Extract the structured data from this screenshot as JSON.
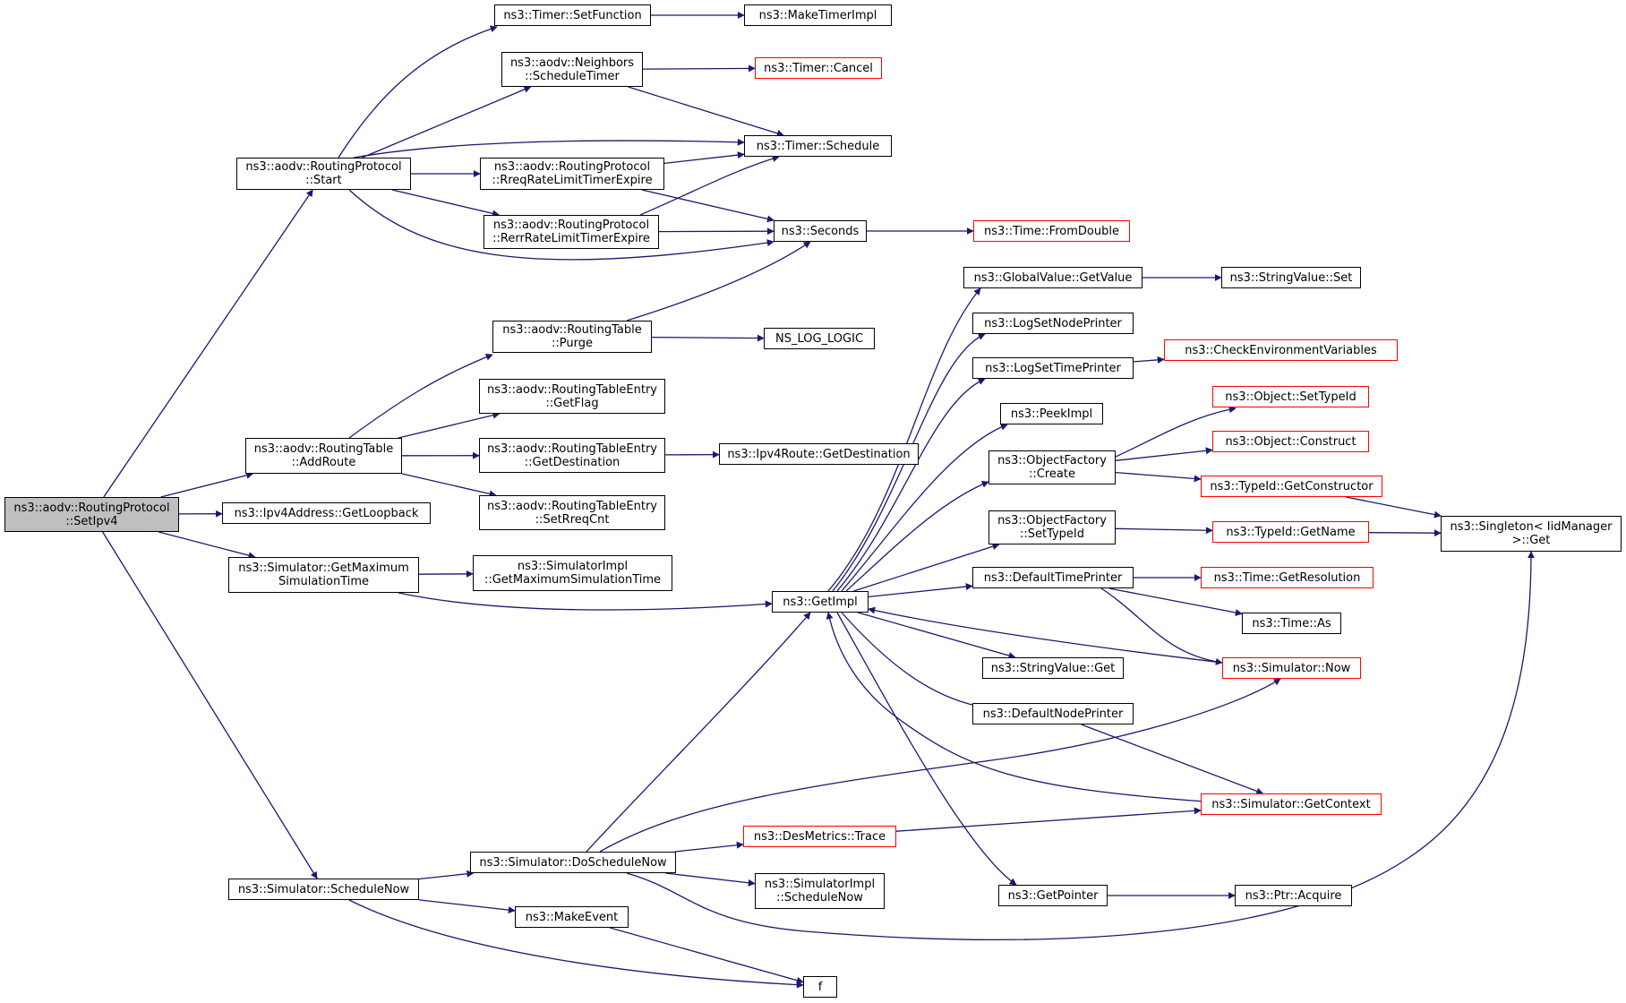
{
  "nodes": [
    {
      "id": "setipv4",
      "lines": [
        "ns3::aodv::RoutingProtocol",
        "::SetIpv4"
      ],
      "style": "root"
    },
    {
      "id": "start",
      "lines": [
        "ns3::aodv::RoutingProtocol",
        "::Start"
      ],
      "style": "normal"
    },
    {
      "id": "timer_setfunction",
      "lines": [
        "ns3::Timer::SetFunction"
      ],
      "style": "normal"
    },
    {
      "id": "maketimerimpl",
      "lines": [
        "ns3::MakeTimerImpl"
      ],
      "style": "normal"
    },
    {
      "id": "neighbors_scheduletimer",
      "lines": [
        "ns3::aodv::Neighbors",
        "::ScheduleTimer"
      ],
      "style": "normal"
    },
    {
      "id": "timer_cancel",
      "lines": [
        "ns3::Timer::Cancel"
      ],
      "style": "red"
    },
    {
      "id": "timer_schedule",
      "lines": [
        "ns3::Timer::Schedule"
      ],
      "style": "normal"
    },
    {
      "id": "rreq_expire",
      "lines": [
        "ns3::aodv::RoutingProtocol",
        "::RreqRateLimitTimerExpire"
      ],
      "style": "normal"
    },
    {
      "id": "rerr_expire",
      "lines": [
        "ns3::aodv::RoutingProtocol",
        "::RerrRateLimitTimerExpire"
      ],
      "style": "normal"
    },
    {
      "id": "seconds",
      "lines": [
        "ns3::Seconds"
      ],
      "style": "normal"
    },
    {
      "id": "fromdouble",
      "lines": [
        "ns3::Time::FromDouble"
      ],
      "style": "red"
    },
    {
      "id": "globalvalue_getvalue",
      "lines": [
        "ns3::GlobalValue::GetValue"
      ],
      "style": "normal"
    },
    {
      "id": "stringvalue_set",
      "lines": [
        "ns3::StringValue::Set"
      ],
      "style": "normal"
    },
    {
      "id": "logsetnodeprinter",
      "lines": [
        "ns3::LogSetNodePrinter"
      ],
      "style": "normal"
    },
    {
      "id": "routingtable_purge",
      "lines": [
        "ns3::aodv::RoutingTable",
        "::Purge"
      ],
      "style": "normal"
    },
    {
      "id": "ns_log_logic",
      "lines": [
        "NS_LOG_LOGIC"
      ],
      "style": "normal"
    },
    {
      "id": "logsettimeprinter",
      "lines": [
        "ns3::LogSetTimePrinter"
      ],
      "style": "normal"
    },
    {
      "id": "checkenv",
      "lines": [
        "ns3::CheckEnvironmentVariables"
      ],
      "style": "red"
    },
    {
      "id": "rte_getflag",
      "lines": [
        "ns3::aodv::RoutingTableEntry",
        "::GetFlag"
      ],
      "style": "normal"
    },
    {
      "id": "peekimpl",
      "lines": [
        "ns3::PeekImpl"
      ],
      "style": "normal"
    },
    {
      "id": "object_settypeid",
      "lines": [
        "ns3::Object::SetTypeId"
      ],
      "style": "red"
    },
    {
      "id": "routingtable_addroute",
      "lines": [
        "ns3::aodv::RoutingTable",
        "::AddRoute"
      ],
      "style": "normal"
    },
    {
      "id": "rte_getdestination",
      "lines": [
        "ns3::aodv::RoutingTableEntry",
        "::GetDestination"
      ],
      "style": "normal"
    },
    {
      "id": "ipv4route_getdestination",
      "lines": [
        "ns3::Ipv4Route::GetDestination"
      ],
      "style": "normal"
    },
    {
      "id": "object_construct",
      "lines": [
        "ns3::Object::Construct"
      ],
      "style": "red"
    },
    {
      "id": "objectfactory_create",
      "lines": [
        "ns3::ObjectFactory",
        "::Create"
      ],
      "style": "normal"
    },
    {
      "id": "typeid_getconstructor",
      "lines": [
        "ns3::TypeId::GetConstructor"
      ],
      "style": "red"
    },
    {
      "id": "ipv4address_getloopback",
      "lines": [
        "ns3::Ipv4Address::GetLoopback"
      ],
      "style": "normal"
    },
    {
      "id": "rte_setreqcnt",
      "lines": [
        "ns3::aodv::RoutingTableEntry",
        "::SetRreqCnt"
      ],
      "style": "normal"
    },
    {
      "id": "objectfactory_settypeid",
      "lines": [
        "ns3::ObjectFactory",
        "::SetTypeId"
      ],
      "style": "normal"
    },
    {
      "id": "typeid_getname",
      "lines": [
        "ns3::TypeId::GetName"
      ],
      "style": "red"
    },
    {
      "id": "singleton_get",
      "lines": [
        "ns3::Singleton< IidManager",
        " >::Get"
      ],
      "style": "normal"
    },
    {
      "id": "sim_getmaxsimtime",
      "lines": [
        "ns3::Simulator::GetMaximum",
        "SimulationTime"
      ],
      "style": "normal"
    },
    {
      "id": "simimpl_getmaxsimtime",
      "lines": [
        "ns3::SimulatorImpl",
        "::GetMaximumSimulationTime"
      ],
      "style": "normal"
    },
    {
      "id": "defaulttimeprinter",
      "lines": [
        "ns3::DefaultTimePrinter"
      ],
      "style": "normal"
    },
    {
      "id": "time_getresolution",
      "lines": [
        "ns3::Time::GetResolution"
      ],
      "style": "red"
    },
    {
      "id": "getimpl",
      "lines": [
        "ns3::GetImpl"
      ],
      "style": "normal"
    },
    {
      "id": "time_as",
      "lines": [
        "ns3::Time::As"
      ],
      "style": "normal"
    },
    {
      "id": "stringvalue_get",
      "lines": [
        "ns3::StringValue::Get"
      ],
      "style": "normal"
    },
    {
      "id": "simulator_now",
      "lines": [
        "ns3::Simulator::Now"
      ],
      "style": "red"
    },
    {
      "id": "defaultnodeprinter",
      "lines": [
        "ns3::DefaultNodePrinter"
      ],
      "style": "normal"
    },
    {
      "id": "simulator_getcontext",
      "lines": [
        "ns3::Simulator::GetContext"
      ],
      "style": "red"
    },
    {
      "id": "desmetrics_trace",
      "lines": [
        "ns3::DesMetrics::Trace"
      ],
      "style": "red"
    },
    {
      "id": "simulator_doschedulenow",
      "lines": [
        "ns3::Simulator::DoScheduleNow"
      ],
      "style": "normal"
    },
    {
      "id": "simimpl_schedulenow",
      "lines": [
        "ns3::SimulatorImpl",
        "::ScheduleNow"
      ],
      "style": "normal"
    },
    {
      "id": "simulator_schedulenow",
      "lines": [
        "ns3::Simulator::ScheduleNow"
      ],
      "style": "normal"
    },
    {
      "id": "getpointer",
      "lines": [
        "ns3::GetPointer"
      ],
      "style": "normal"
    },
    {
      "id": "ptr_acquire",
      "lines": [
        "ns3::Ptr::Acquire"
      ],
      "style": "normal"
    },
    {
      "id": "makeevent",
      "lines": [
        "ns3::MakeEvent"
      ],
      "style": "normal"
    },
    {
      "id": "f",
      "lines": [
        "f"
      ],
      "style": "normal"
    }
  ],
  "colors": {
    "edge": "#191970",
    "node_border": "#000000",
    "node_border_red": "#ff0000",
    "root_fill": "#bfbfbf"
  }
}
